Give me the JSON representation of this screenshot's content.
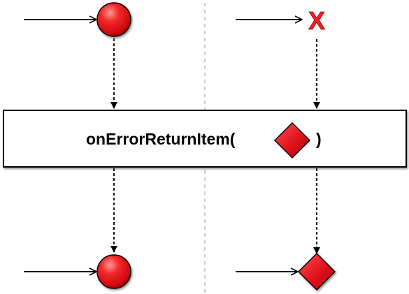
{
  "operator": {
    "label_prefix": "onErrorReturnItem(",
    "label_suffix": ")",
    "return_item_shape": "diamond"
  },
  "left_panel": {
    "input": {
      "shape": "circle"
    },
    "output": {
      "shape": "circle"
    }
  },
  "right_panel": {
    "input": {
      "shape": "error",
      "glyph": "X"
    },
    "output": {
      "shape": "diamond"
    }
  },
  "colors": {
    "marble_red": "#e0121b",
    "marble_dark": "#8a0000",
    "marble_highlight": "#ff9a9a",
    "error_red": "#ee2222",
    "line": "#000000",
    "divider": "#b3b3b3",
    "box_fill": "#ffffff"
  }
}
